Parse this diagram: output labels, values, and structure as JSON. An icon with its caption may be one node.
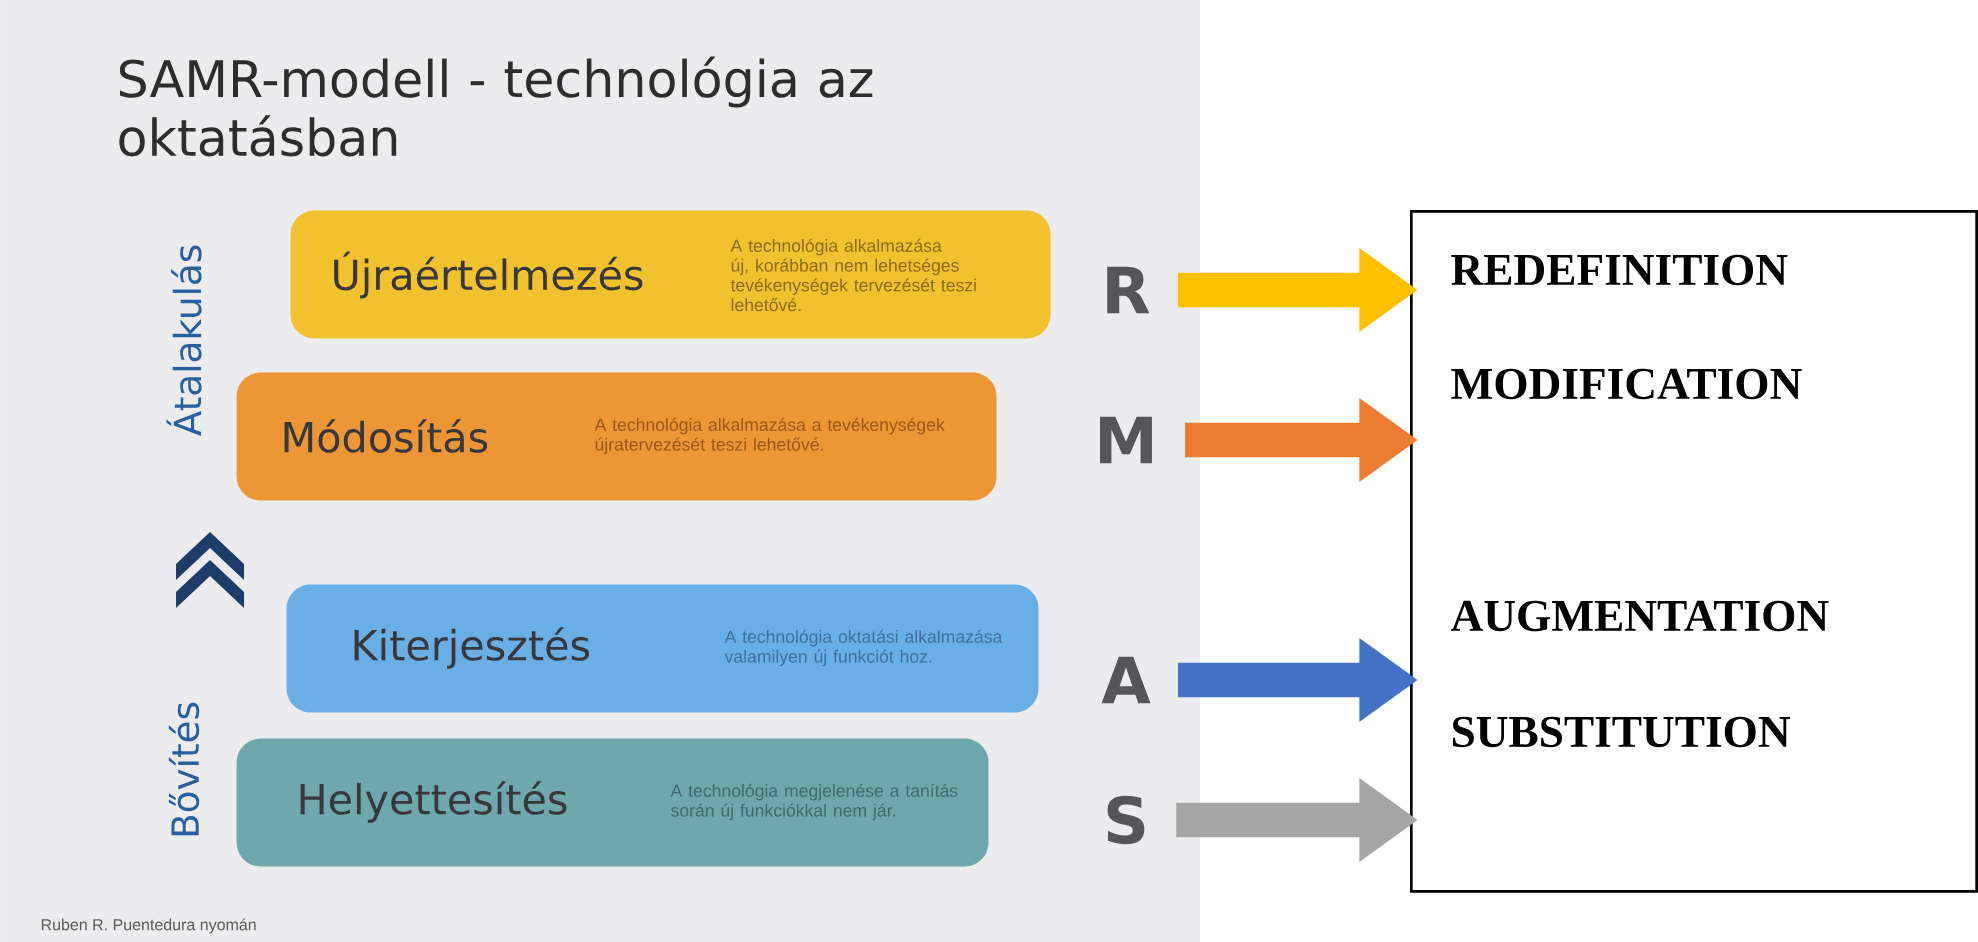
{
  "diagram": {
    "title": "SAMR-modell - technológia az oktatásban",
    "nodes": [
      {
        "text": [
          "Újraértelmezés",
          "A technológia alkalmazása új, korábban nem lehetséges tevékenységek tervezését teszi lehetővé."
        ]
      },
      {
        "text": [
          "Módosítás",
          "A technológia alkalmazása a tevékenységek újratervezését teszi lehetővé."
        ]
      },
      {
        "text": [
          "Kiterjesztés",
          "A technológia oktatási alkalmazása valamilyen új funkciót hoz."
        ]
      },
      {
        "text": [
          "Helyettesítés",
          "A technológia megjelenése a tanítás során új funkciókkal nem jár."
        ]
      },
      {
        "text": [
          "R"
        ]
      },
      {
        "text": [
          "M"
        ]
      },
      {
        "text": [
          "A"
        ]
      },
      {
        "text": [
          "S"
        ]
      },
      {
        "text": [
          "REDEFINITION",
          "MODIFICATION",
          "AUGMENTATION",
          "SUBSTITUTION"
        ]
      }
    ],
    "edges": [
      {
        "from": 4,
        "to": 8,
        "arrow": "to",
        "color": "#ffc000"
      },
      {
        "from": 5,
        "to": 8,
        "arrow": "to",
        "color": "#ed7d31"
      },
      {
        "from": 6,
        "to": 8,
        "arrow": "to",
        "color": "#4472c4"
      },
      {
        "from": 7,
        "to": 8,
        "arrow": "to",
        "color": "#a5a5a5"
      }
    ],
    "labels": [
      "Átalakulás",
      "Bővítés",
      "Ruben R. Puentedura nyomán"
    ]
  }
}
